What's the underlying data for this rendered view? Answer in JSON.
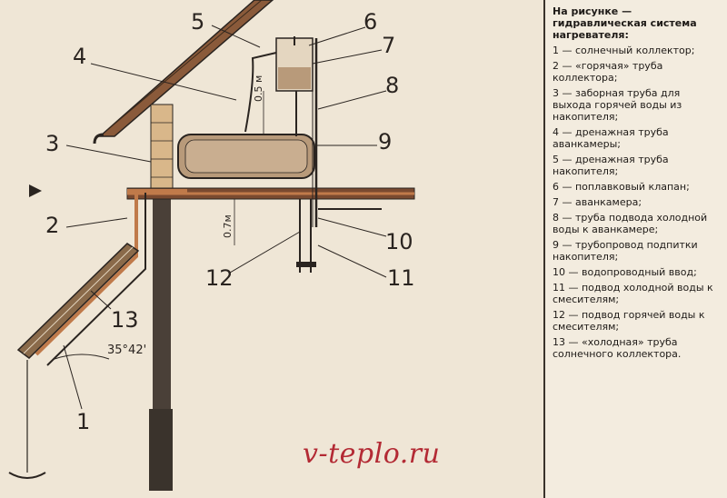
{
  "diagram": {
    "callouts": {
      "c1": "1",
      "c2": "2",
      "c3": "3",
      "c4": "4",
      "c5": "5",
      "c6": "6",
      "c7": "7",
      "c8": "8",
      "c9": "9",
      "c10": "10",
      "c11": "11",
      "c12": "12",
      "c13": "13"
    },
    "dimensions": {
      "height_upper": "0.5 м",
      "height_lower": "0.7м",
      "angle": "35°42'"
    },
    "watermark": "v-teplo.ru",
    "colors": {
      "pipe": "#c07a4a",
      "wall": "#4a4038",
      "roof": "#8a5a3a",
      "ink": "#2a2420",
      "watermark": "#b32a34"
    }
  },
  "legend": {
    "title": "На рисунке — гидравлическая система нагревателя:",
    "items": [
      "1 — солнечный коллектор;",
      "2 — «горячая» труба коллектора;",
      "3 — заборная труба для выхода горячей воды из накопителя;",
      "4 — дренажная труба аванкамеры;",
      "5 — дренажная труба накопителя;",
      "6 — поплавковый клапан;",
      "7 — аванкамера;",
      "8 — труба подвода холодной воды к аванкамере;",
      "9 — трубопровод подпитки накопителя;",
      "10 — водопроводный ввод;",
      "11 — подвод холодной воды к смесителям;",
      "12 — подвод горячей воды к смесителям;",
      "13 — «холодная» труба солнечного коллектора."
    ]
  }
}
